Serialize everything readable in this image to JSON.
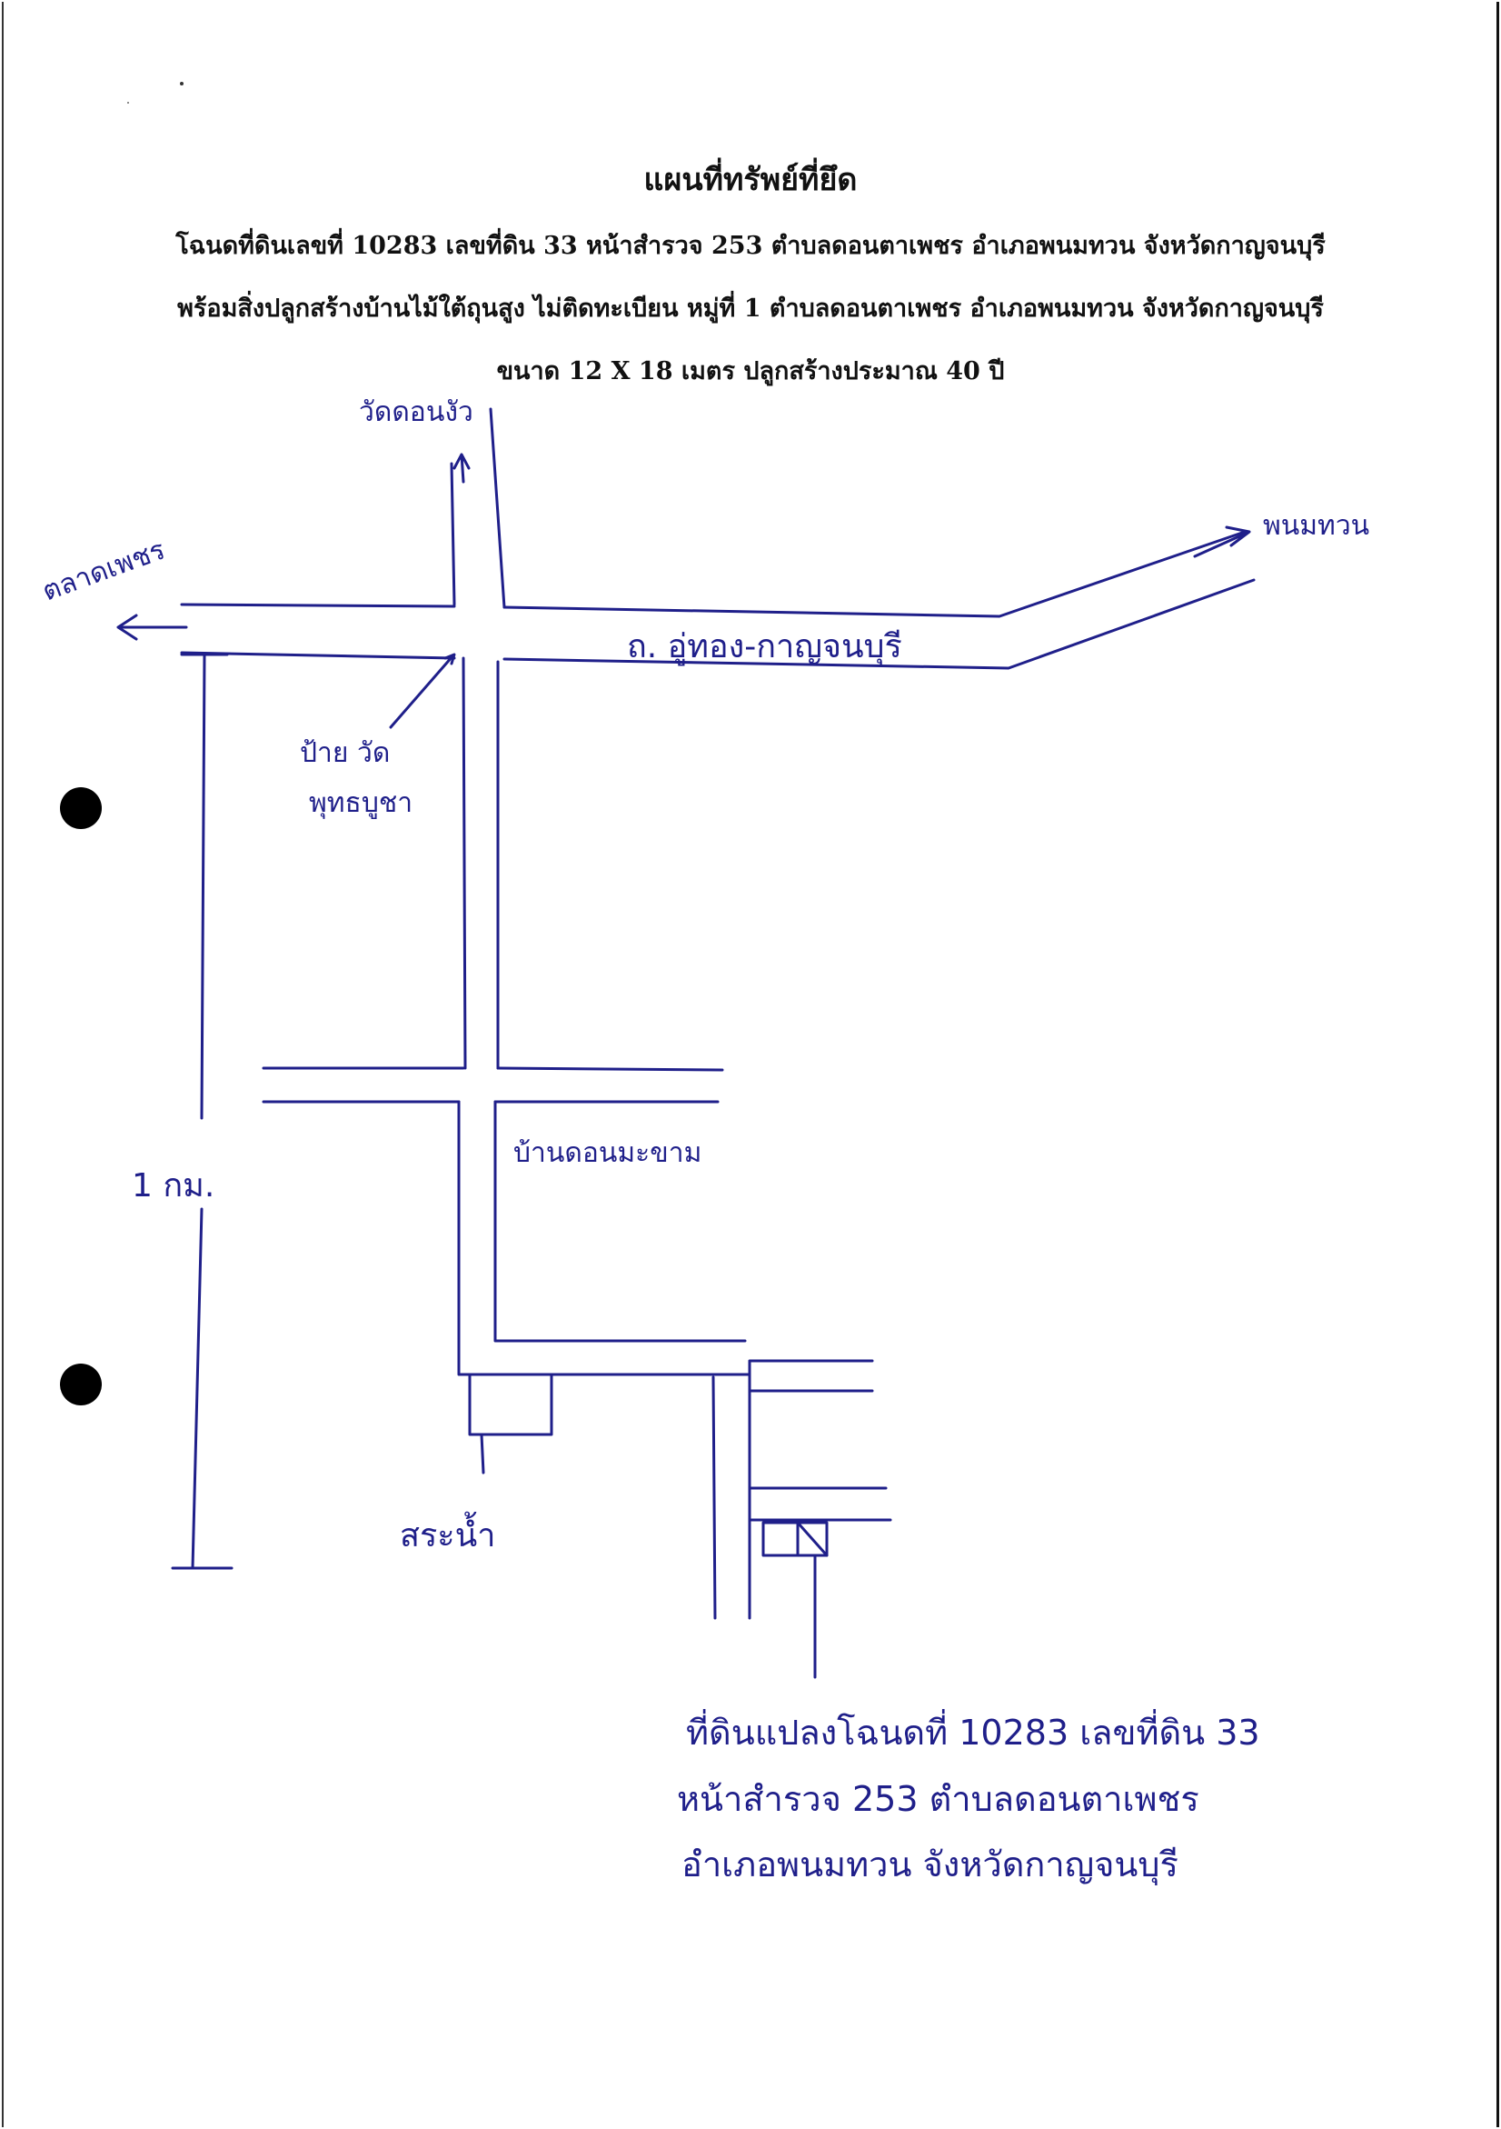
{
  "header": {
    "title": "แผนที่ทรัพย์ที่ยึด",
    "line1": "โฉนดที่ดินเลขที่  10283  เลขที่ดิน 33 หน้าสำรวจ 253  ตำบลดอนตาเพชร อำเภอพนมทวน จังหวัดกาญจนบุรี",
    "line2": "พร้อมสิ่งปลูกสร้างบ้านไม้ใต้ถุนสูง ไม่ติดทะเบียน หมู่ที่ 1  ตำบลดอนตาเพชร อำเภอพนมทวน จังหวัดกาญจนบุรี",
    "line3": "ขนาด 12 X 18  เมตร ปลูกสร้างประมาณ  40  ปี"
  },
  "map_labels": {
    "temple_north": "วัดดอนงัว",
    "market_west": "ตลาดเพชร",
    "phanom_thuan": "พนมทวน",
    "main_road": "ถ. อู่ทอง-กาญจนบุรี",
    "temple_sign_line1": "ป้าย วัด",
    "temple_sign_line2": "พุทธบูชา",
    "village_house": "บ้านดอนมะขาม",
    "distance": "1 กม.",
    "pond": "สระน้ำ"
  },
  "parcel_note": {
    "line1": "ที่ดินแปลงโฉนดที่  10283  เลขที่ดิน  33",
    "line2": "หน้าสำรวจ  253  ตำบลดอนตาเพชร",
    "line3": "อำเภอพนมทวน   จังหวัดกาญจนบุรี"
  },
  "colors": {
    "ink": "#1f1f8a",
    "print": "#111111"
  }
}
